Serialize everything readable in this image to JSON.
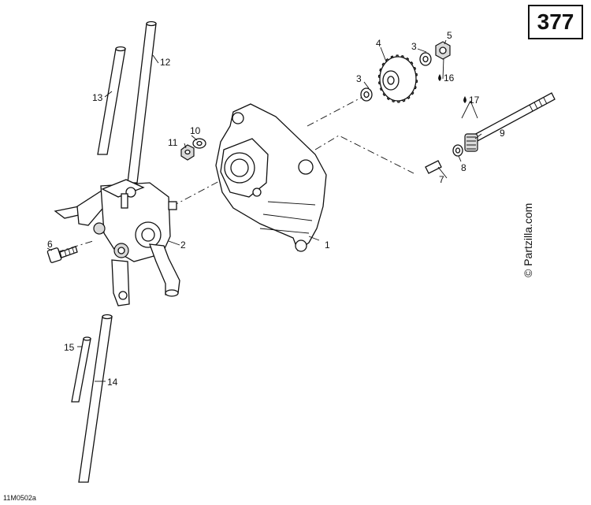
{
  "page_number": "377",
  "figure_code": "11M0502a",
  "watermark": "© Partzilla.com",
  "callouts": [
    {
      "id": "c1",
      "text": "1"
    },
    {
      "id": "c2",
      "text": "2"
    },
    {
      "id": "c3a",
      "text": "3"
    },
    {
      "id": "c3b",
      "text": "3"
    },
    {
      "id": "c4",
      "text": "4"
    },
    {
      "id": "c5",
      "text": "5"
    },
    {
      "id": "c6",
      "text": "6"
    },
    {
      "id": "c7",
      "text": "7"
    },
    {
      "id": "c8",
      "text": "8"
    },
    {
      "id": "c9",
      "text": "9"
    },
    {
      "id": "c10",
      "text": "10"
    },
    {
      "id": "c11",
      "text": "11"
    },
    {
      "id": "c12",
      "text": "12"
    },
    {
      "id": "c13",
      "text": "13"
    },
    {
      "id": "c14",
      "text": "14"
    },
    {
      "id": "c15",
      "text": "15"
    },
    {
      "id": "c16",
      "text": "16"
    },
    {
      "id": "c17",
      "text": "17"
    }
  ]
}
